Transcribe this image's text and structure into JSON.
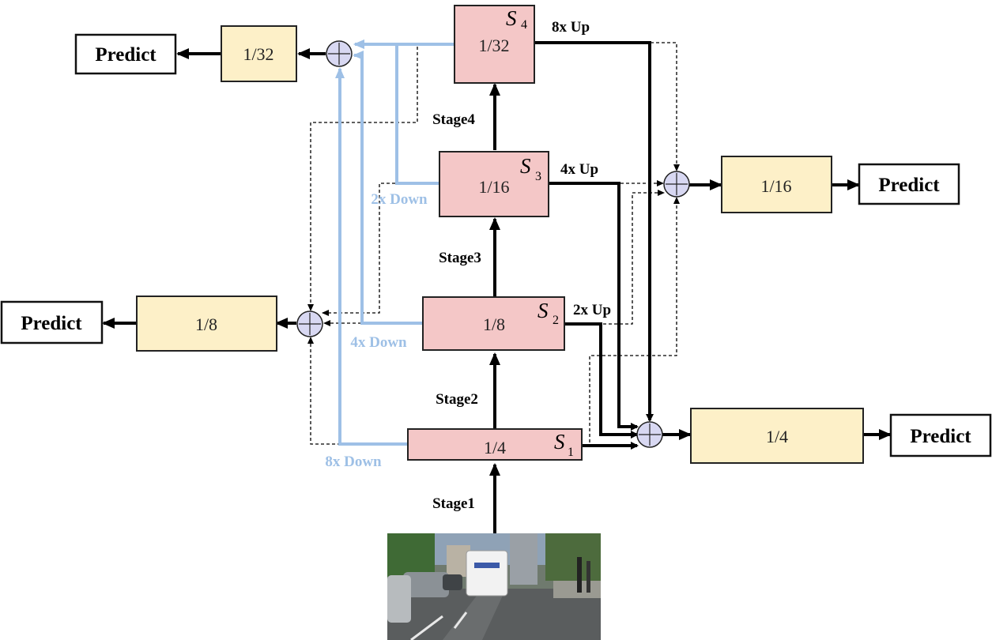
{
  "stages": {
    "s1": {
      "symbol": "S",
      "sub": "1",
      "scale": "1/4"
    },
    "s2": {
      "symbol": "S",
      "sub": "2",
      "scale": "1/8"
    },
    "s3": {
      "symbol": "S",
      "sub": "3",
      "scale": "1/16"
    },
    "s4": {
      "symbol": "S",
      "sub": "4",
      "scale": "1/32"
    }
  },
  "stage_labels": {
    "stage1": "Stage1",
    "stage2": "Stage2",
    "stage3": "Stage3",
    "stage4": "Stage4"
  },
  "fused": {
    "f32": "1/32",
    "f16": "1/16",
    "f8": "1/8",
    "f4": "1/4"
  },
  "predict": {
    "p32": "Predict",
    "p16": "Predict",
    "p8": "Predict",
    "p4": "Predict"
  },
  "upsample": {
    "up8": "8x Up",
    "up4": "4x Up",
    "up2": "2x Up"
  },
  "downsample": {
    "down2": "2x Down",
    "down4": "4x Down",
    "down8": "8x Down"
  },
  "colors": {
    "stage": "#f4c7c7",
    "fused": "#fdf0c8",
    "sum": "#d8d8f2",
    "downsample": "#9ec0e6",
    "arrow": "#000000"
  },
  "icons": {
    "sum": "circle-plus-icon"
  },
  "input_image": "street scene photo"
}
